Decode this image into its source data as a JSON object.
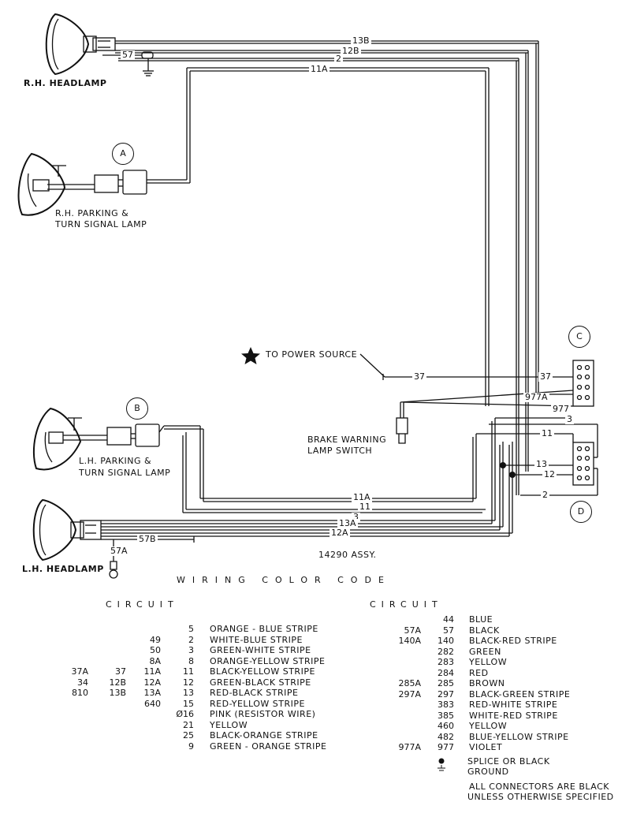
{
  "components": {
    "rh_headlamp": "R.H. HEADLAMP",
    "rh_parking": [
      "R.H. PARKING &",
      "TURN SIGNAL LAMP"
    ],
    "lh_parking": [
      "L.H. PARKING &",
      "TURN SIGNAL LAMP"
    ],
    "lh_headlamp": "L.H. HEADLAMP",
    "power_source": "TO POWER SOURCE",
    "brake_switch": [
      "BRAKE WARNING",
      "LAMP SWITCH"
    ],
    "assembly": "14290 ASSY."
  },
  "connectors": {
    "a": "A",
    "b": "B",
    "c": "C",
    "d": "D"
  },
  "wires": {
    "w13b": "13B",
    "w12b": "12B",
    "w2_top": "2",
    "w11a_top": "11A",
    "w57_rh": "57",
    "w37_mid": "37",
    "w37_right": "37",
    "w977a": "977A",
    "w977": "977",
    "w3_right": "3",
    "w11_right": "11",
    "w13_right": "13",
    "w12_right": "12",
    "w2_right": "2",
    "w11a_bot": "11A",
    "w11_bot": "11",
    "w3_bot": "3",
    "w13a_bot": "13A",
    "w12a_bot": "12A",
    "w57b": "57B",
    "w57a": "57A"
  },
  "color_code": {
    "title": "WIRING COLOR CODE",
    "circuit_label": "CIRCUIT",
    "left_rows": [
      {
        "c1": "",
        "c2": "",
        "c3": "",
        "c4": "5",
        "desc": "ORANGE - BLUE STRIPE"
      },
      {
        "c1": "",
        "c2": "",
        "c3": "49",
        "c4": "2",
        "desc": "WHITE-BLUE STRIPE"
      },
      {
        "c1": "",
        "c2": "",
        "c3": "50",
        "c4": "3",
        "desc": "GREEN-WHITE STRIPE"
      },
      {
        "c1": "",
        "c2": "",
        "c3": "8A",
        "c4": "8",
        "desc": "ORANGE-YELLOW STRIPE"
      },
      {
        "c1": "37A",
        "c2": "37",
        "c3": "11A",
        "c4": "11",
        "desc": "BLACK-YELLOW STRIPE"
      },
      {
        "c1": "34",
        "c2": "12B",
        "c3": "12A",
        "c4": "12",
        "desc": "GREEN-BLACK STRIPE"
      },
      {
        "c1": "810",
        "c2": "13B",
        "c3": "13A",
        "c4": "13",
        "desc": "RED-BLACK STRIPE"
      },
      {
        "c1": "",
        "c2": "",
        "c3": "640",
        "c4": "15",
        "desc": "RED-YELLOW STRIPE"
      },
      {
        "c1": "",
        "c2": "",
        "c3": "",
        "c4": "Ø16",
        "desc": "PINK (RESISTOR WIRE)"
      },
      {
        "c1": "",
        "c2": "",
        "c3": "",
        "c4": "21",
        "desc": "YELLOW"
      },
      {
        "c1": "",
        "c2": "",
        "c3": "",
        "c4": "25",
        "desc": "BLACK-ORANGE STRIPE"
      },
      {
        "c1": "",
        "c2": "",
        "c3": "",
        "c4": "9",
        "desc": "GREEN - ORANGE STRIPE"
      }
    ],
    "right_rows": [
      {
        "c1": "",
        "c2": "44",
        "desc": "BLUE"
      },
      {
        "c1": "57A",
        "c2": "57",
        "desc": "BLACK"
      },
      {
        "c1": "140A",
        "c2": "140",
        "desc": "BLACK-RED STRIPE"
      },
      {
        "c1": "",
        "c2": "282",
        "desc": "GREEN"
      },
      {
        "c1": "",
        "c2": "283",
        "desc": "YELLOW"
      },
      {
        "c1": "",
        "c2": "284",
        "desc": "RED"
      },
      {
        "c1": "285A",
        "c2": "285",
        "desc": "BROWN"
      },
      {
        "c1": "297A",
        "c2": "297",
        "desc": "BLACK-GREEN STRIPE"
      },
      {
        "c1": "",
        "c2": "383",
        "desc": "RED-WHITE STRIPE"
      },
      {
        "c1": "",
        "c2": "385",
        "desc": "WHITE-RED STRIPE"
      },
      {
        "c1": "",
        "c2": "460",
        "desc": "YELLOW"
      },
      {
        "c1": "",
        "c2": "482",
        "desc": "BLUE-YELLOW STRIPE"
      },
      {
        "c1": "977A",
        "c2": "977",
        "desc": "VIOLET"
      }
    ],
    "splice": [
      "SPLICE OR BLACK",
      "GROUND"
    ],
    "note": [
      "ALL CONNECTORS ARE BLACK",
      "UNLESS OTHERWISE SPECIFIED"
    ]
  }
}
